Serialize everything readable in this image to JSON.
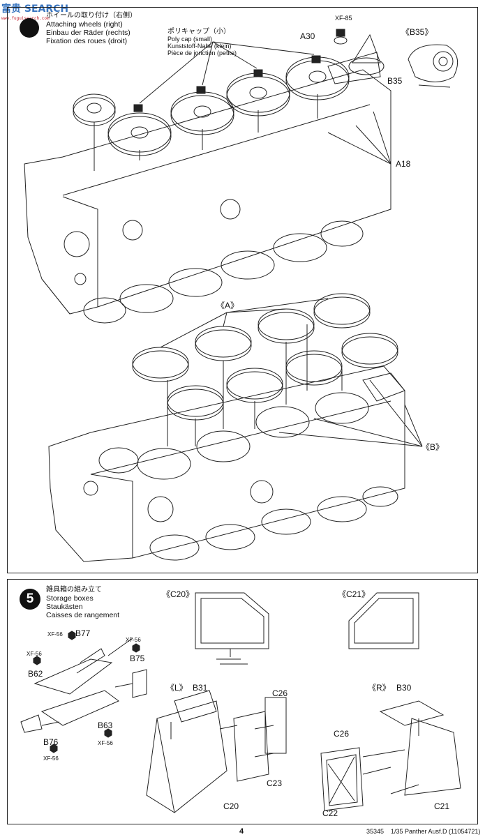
{
  "watermark": {
    "brand": "富贵 SEARCH",
    "url": "www.fuguisearch.com"
  },
  "step4": {
    "title_jp": "ホイールの取り付け（右側）",
    "title_en": "Attaching wheels (right)",
    "title_de": "Einbau der Räder (rechts)",
    "title_fr": "Fixation des roues (droit)",
    "polycap": {
      "jp": "ポリキャップ（小）",
      "en": "Poly cap (small)",
      "de": "Kunststoff-Nabe (klein)",
      "fr": "Pièce de jonction (petite)"
    },
    "labels": {
      "xf85": "XF-85",
      "a30": "A30",
      "b35_detail": "《B35》",
      "b35": "B35",
      "a18": "A18",
      "a_marker": "《A》",
      "b_marker": "《B》"
    }
  },
  "step5": {
    "number": "5",
    "title_jp": "雑具箱の組み立て",
    "title_en": "Storage boxes",
    "title_de": "Staukästen",
    "title_fr": "Caisses de rangement",
    "paint": {
      "xf56_b77": "XF-56",
      "b77": "B77",
      "xf56_b75": "XF-56",
      "b75": "B75",
      "xf56_b62": "XF-56",
      "b62": "B62",
      "b63": "B63",
      "xf56_b63": "XF-56",
      "b76": "B76",
      "xf56_b76": "XF-56"
    },
    "details": {
      "c20": "《C20》",
      "c21": "《C21》"
    },
    "left_box": {
      "side": "《L》",
      "b31": "B31",
      "c26": "C26",
      "c23": "C23",
      "c20": "C20"
    },
    "right_box": {
      "side": "《R》",
      "b30": "B30",
      "c26": "C26",
      "c22": "C22",
      "c21": "C21"
    }
  },
  "footer": {
    "page": "4",
    "code": "35345",
    "model": "1/35 Panther Ausf.D (11054721)"
  }
}
